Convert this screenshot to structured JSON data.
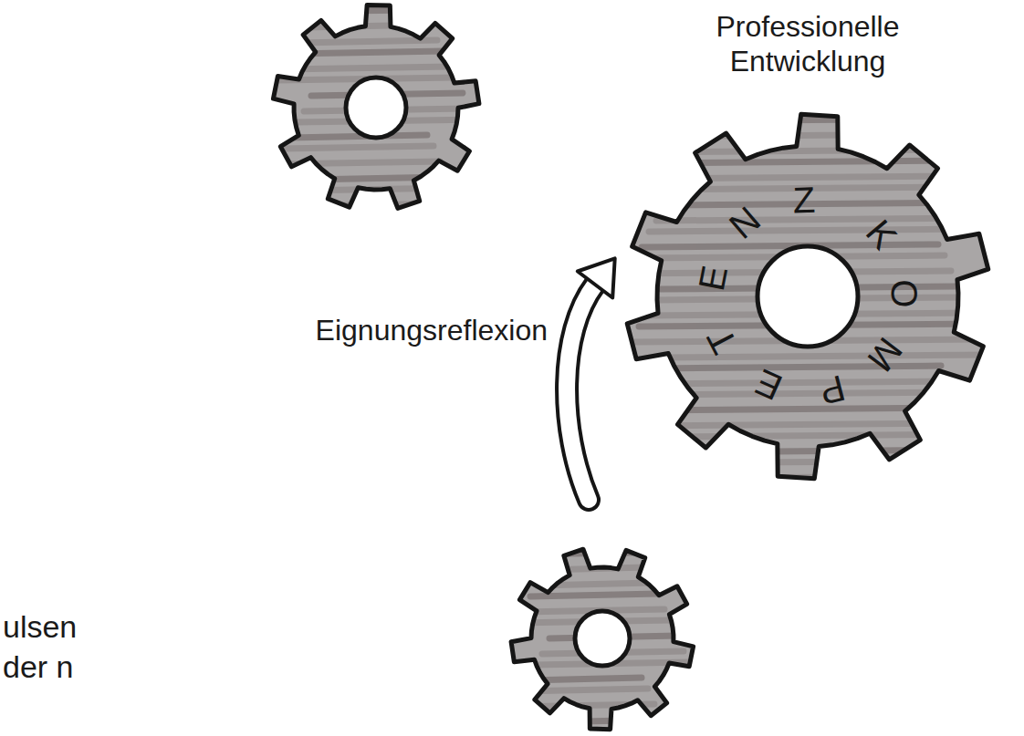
{
  "diagram": {
    "nodes": [
      {
        "text": [
          "Professionelle Entwicklung",
          "KOMPETENZ"
        ]
      }
    ],
    "labels": [
      "Eignungsreflexion",
      "ulsen der n"
    ]
  }
}
